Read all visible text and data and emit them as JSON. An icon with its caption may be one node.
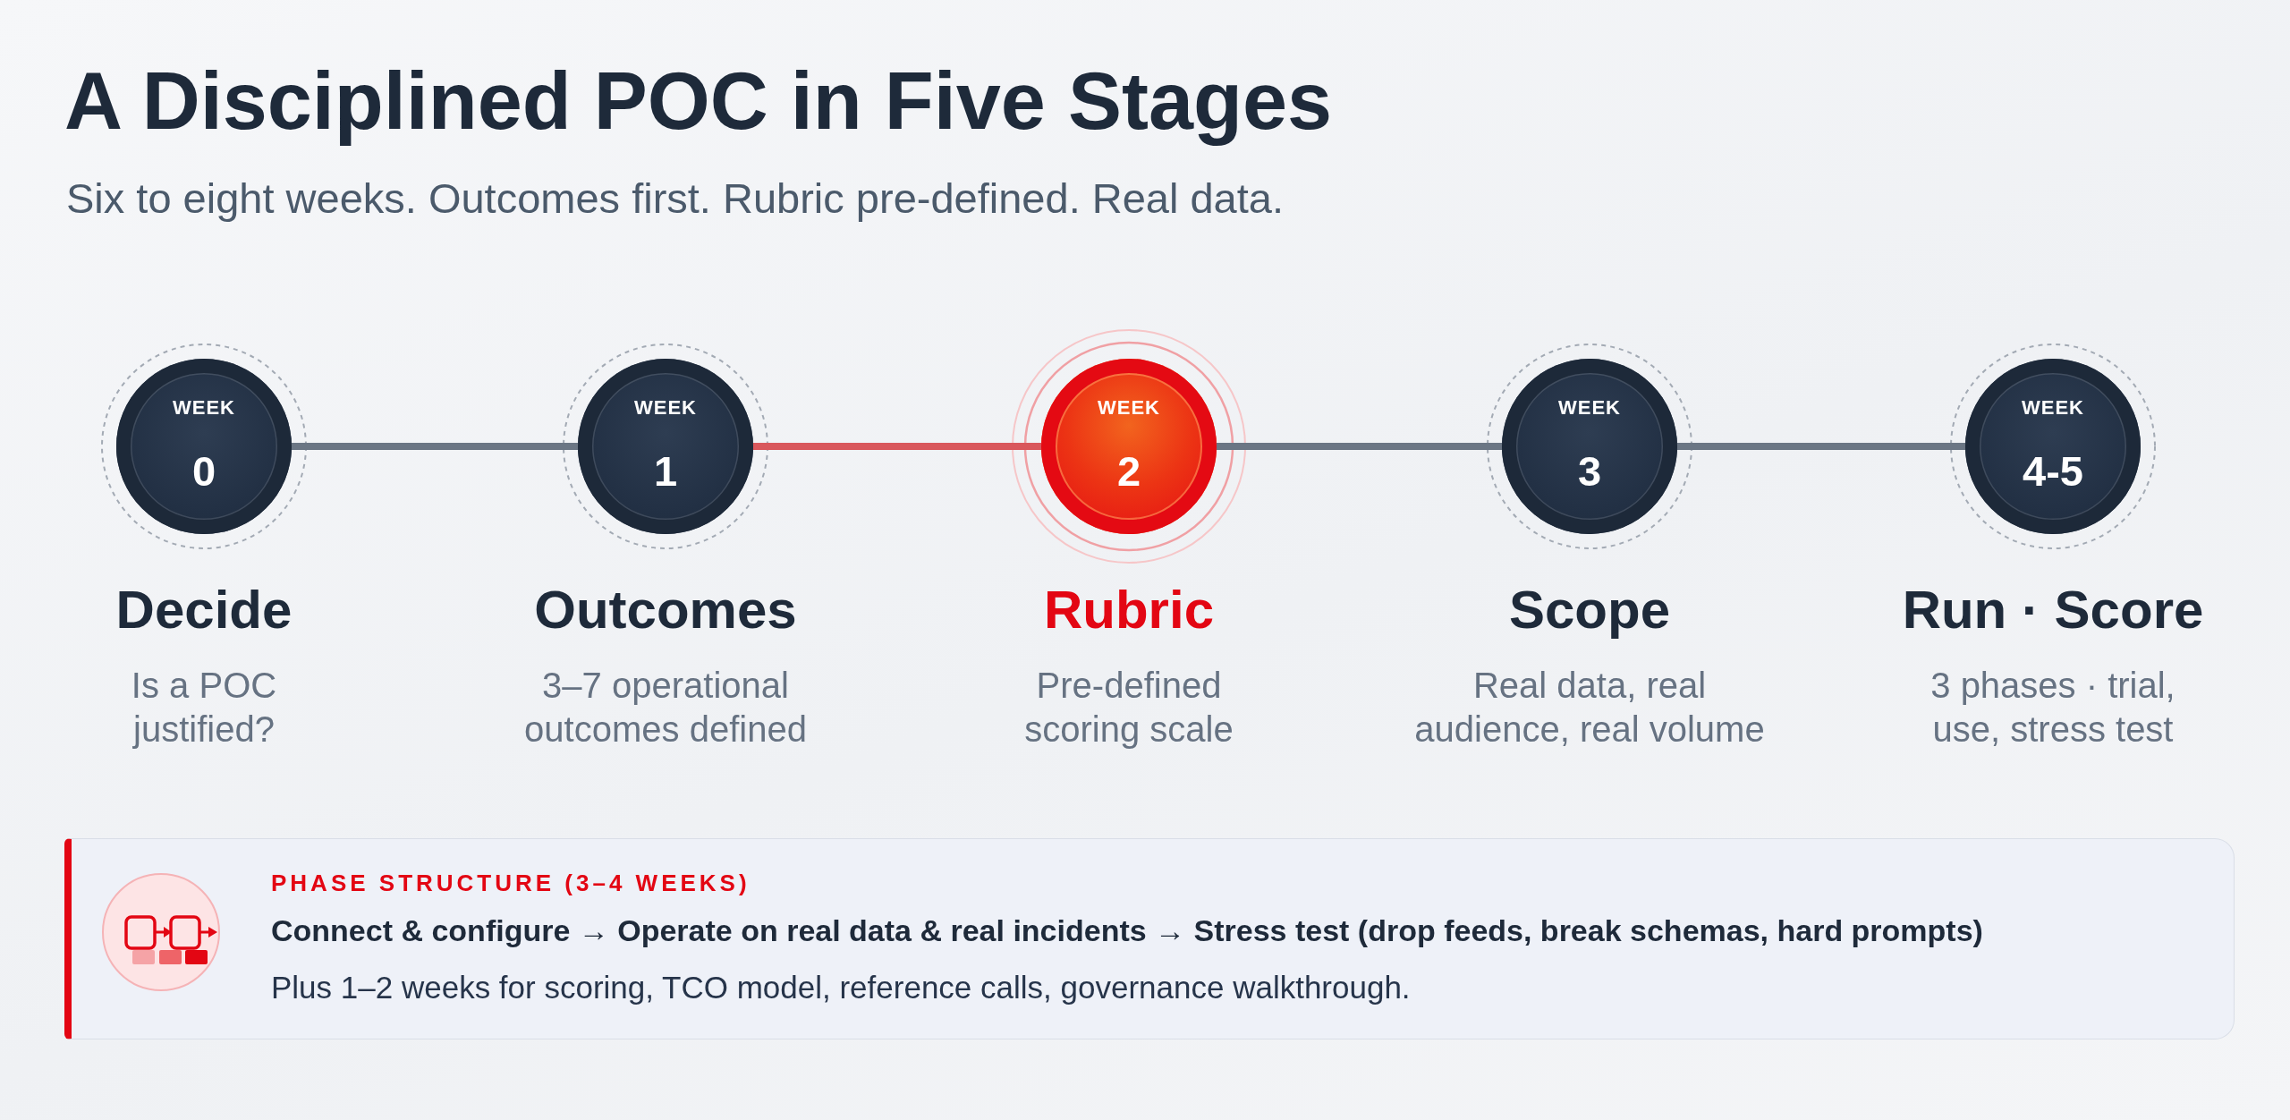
{
  "diagram": {
    "title": "A Disciplined POC in Five Stages",
    "nodes": [
      {
        "text": [
          "WEEK",
          "0"
        ],
        "beside": [
          "Decide",
          "Is a POC justified?"
        ]
      },
      {
        "text": [
          "WEEK",
          "1"
        ],
        "beside": [
          "Outcomes",
          "3–7 operational outcomes defined"
        ]
      },
      {
        "text": [
          "WEEK",
          "2"
        ],
        "beside": [
          "Rubric",
          "Pre-defined scoring scale"
        ]
      },
      {
        "text": [
          "WEEK",
          "3"
        ],
        "beside": [
          "Scope",
          "Real data, real audience, real volume"
        ]
      },
      {
        "text": [
          "WEEK",
          "4-5"
        ],
        "beside": [
          "Run · Score",
          "3 phases · trial, use, stress test"
        ]
      },
      {
        "text": [
          "PHASE STRUCTURE (3–4 WEEKS)",
          "Connect & configure → Operate on real data & real incidents → Stress test (drop feeds, break schemas, hard prompts)",
          "Plus 1–2 weeks for scoring, TCO model, reference calls, governance walkthrough."
        ]
      }
    ],
    "edges": [
      {
        "from": 0,
        "to": 1,
        "arrow": "none"
      },
      {
        "from": 1,
        "to": 2,
        "arrow": "none",
        "color": "#d9575c"
      },
      {
        "from": 2,
        "to": 3,
        "arrow": "none"
      },
      {
        "from": 3,
        "to": 4,
        "arrow": "none"
      }
    ],
    "labels": [
      "Six to eight weeks. Outcomes first. Rubric pre-defined. Real data."
    ]
  }
}
